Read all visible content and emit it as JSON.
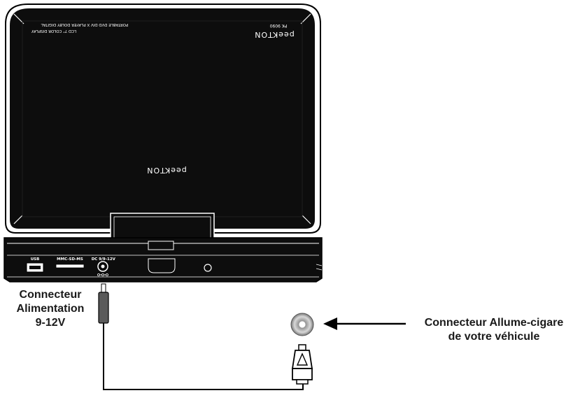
{
  "device": {
    "brand_top": "peeKTON",
    "model": "PK 9090",
    "tagline_1": "PORTABLE DVD DIV X PLAYER DOLBY DIGITAL",
    "tagline_2": "LCD 7\" COLOR DISPLAY",
    "brand_center": "peeKTON",
    "ports": {
      "usb": "USB",
      "card": "MMC-SD-MS",
      "dc": "DC",
      "voltage": "9/9-12V"
    }
  },
  "labels": {
    "power_connector": [
      "Connecteur",
      "Alimentation",
      "9-12V"
    ],
    "car_connector": [
      "Connecteur Allume-cigare",
      "de votre véhicule"
    ]
  },
  "colors": {
    "body": "#0d0d0d",
    "outline": "#000000",
    "background": "#ffffff",
    "text": "#1a1a1a"
  }
}
